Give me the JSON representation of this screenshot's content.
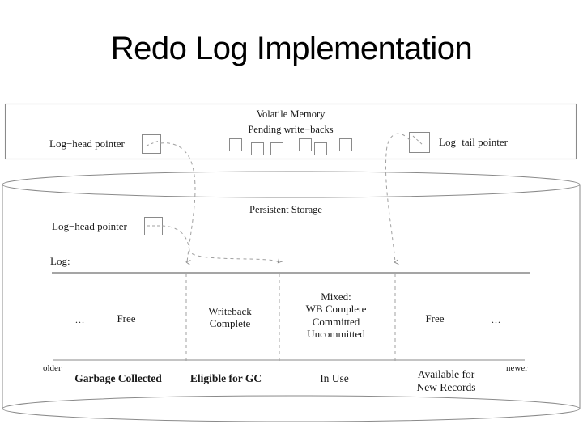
{
  "slide": {
    "title": "Redo Log Implementation"
  },
  "volatile_memory": {
    "label": "Volatile Memory",
    "log_head_pointer_label": "Log−head pointer",
    "log_tail_pointer_label": "Log−tail pointer",
    "pending_writebacks_label": "Pending write−backs",
    "pending_writeback_count": 6
  },
  "persistent_storage": {
    "label": "Persistent Storage",
    "log_head_pointer_label": "Log−head pointer",
    "log_label": "Log:",
    "older_label": "older",
    "newer_label": "newer",
    "ellipsis_left": "…",
    "ellipsis_right": "…",
    "segments": [
      {
        "state": "Free",
        "bottom": "Garbage Collected"
      },
      {
        "state": "Writeback\nComplete",
        "bottom": "Eligible for GC"
      },
      {
        "state": "Mixed:\nWB Complete\nCommitted\nUncommitted",
        "bottom": "In Use"
      },
      {
        "state": "Free",
        "bottom": "Available for\nNew Records"
      }
    ],
    "segment_state_lines": [
      [
        "Free"
      ],
      [
        "Writeback",
        "Complete"
      ],
      [
        "Mixed:",
        "WB Complete",
        "Committed",
        "Uncommitted"
      ],
      [
        "Free"
      ]
    ],
    "segment_bottom_lines": [
      [
        "Garbage Collected"
      ],
      [
        "Eligible for GC"
      ],
      [
        "In Use"
      ],
      [
        "Available for",
        "New Records"
      ]
    ]
  },
  "colors": {
    "stroke": "#808080",
    "dashed": "#909090",
    "text": "#1a1a1a",
    "background": "#ffffff"
  }
}
